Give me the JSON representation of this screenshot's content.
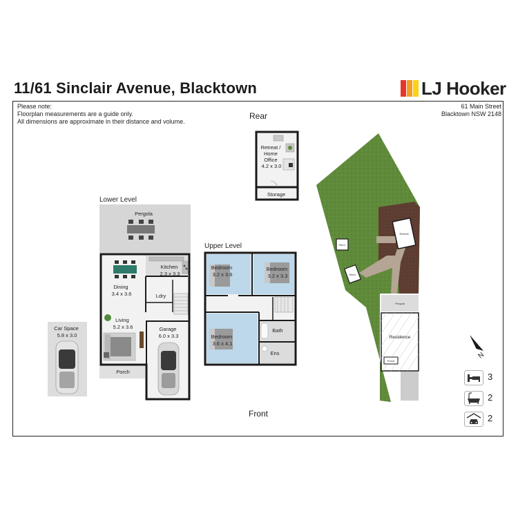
{
  "header": {
    "title": "11/61 Sinclair Avenue, Blacktown",
    "logo_text": "LJ Hooker",
    "logo_colors": [
      "#e8352a",
      "#f59d1c",
      "#fcd116"
    ]
  },
  "notes": [
    "Please note:",
    "Floorplan measurements are a guide only.",
    "All dimensions are approximate in their distance and volume."
  ],
  "address": [
    "61 Main Street",
    "Blacktown NSW 2148"
  ],
  "orientation": {
    "rear": "Rear",
    "front": "Front"
  },
  "levels": {
    "lower": "Lower Level",
    "upper": "Upper Level"
  },
  "rooms": {
    "retreat": [
      "Retreat /",
      "Home",
      "Office",
      "4.2 x 3.0"
    ],
    "storage": "Storage",
    "pergola": "Pergola",
    "kitchen": [
      "Kitchen",
      "2.3 x 3.3"
    ],
    "dining": [
      "Dining",
      "3.4 x 3.6"
    ],
    "laundry": "Ldry",
    "living": [
      "Living",
      "5.2 x 3.6"
    ],
    "garage": [
      "Garage",
      "6.0 x 3.3"
    ],
    "porch": "Porch",
    "car_space": [
      "Car Space",
      "5.8 x 3.0"
    ],
    "bedroom1": [
      "Bedroom",
      "3.2 x 3.6"
    ],
    "bedroom2": [
      "Bedroom",
      "3.2 x 3.3"
    ],
    "bedroom3": [
      "Bedroom",
      "3.6 x 4.1"
    ],
    "bath": "Bath",
    "ensuite": "Ens"
  },
  "site": {
    "residence": "Residence",
    "pergola": "Pergola",
    "porch": "Porch",
    "shed1": "Shed",
    "shed2": "Shed",
    "retreat": "Retreat",
    "north": "N"
  },
  "stats": {
    "bedrooms": "3",
    "bathrooms": "2",
    "garages": "2"
  },
  "colors": {
    "wall": "#1a1a1a",
    "floor": "#f2f2f2",
    "tile": "#dcdcdc",
    "bedroom_floor": "#bcd8ea",
    "lawn": "#5f8a3a",
    "garden_bed": "#5a3c30",
    "paving": "#b5a595"
  }
}
